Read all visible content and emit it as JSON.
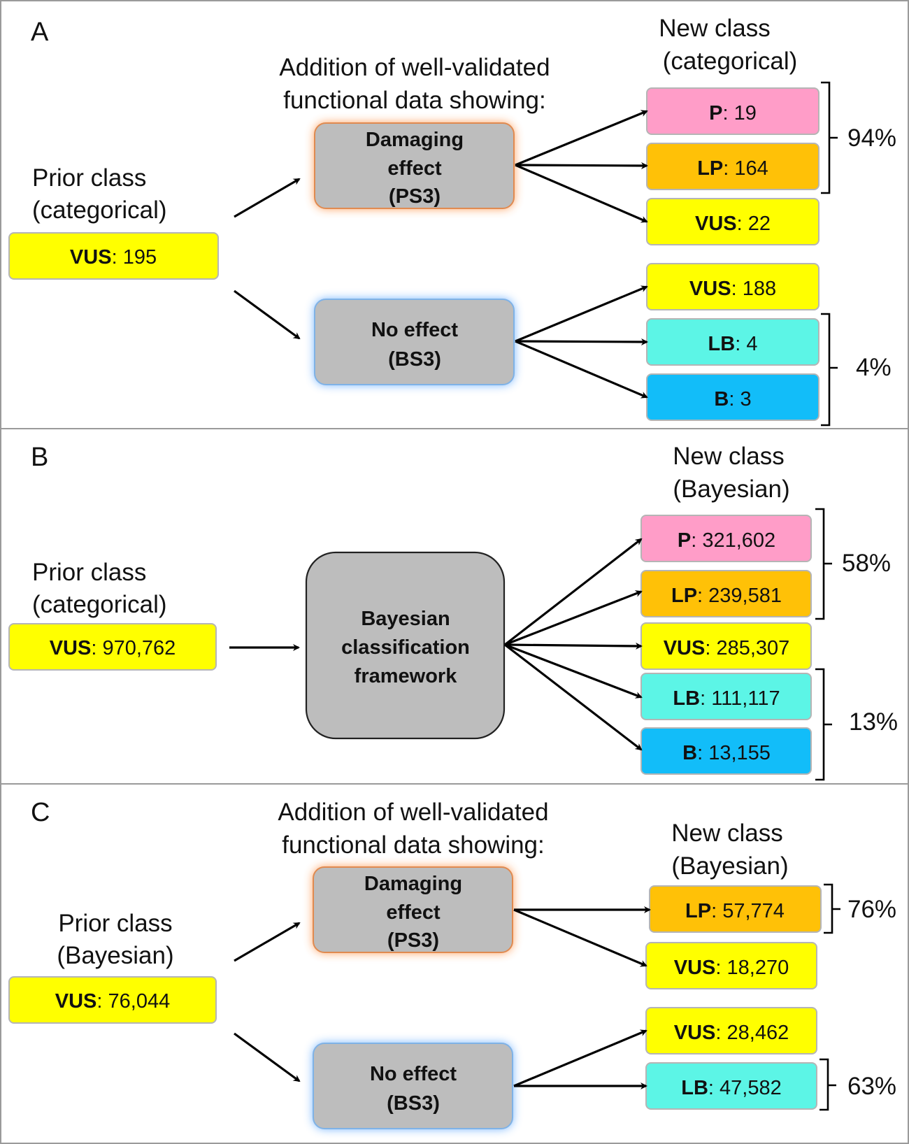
{
  "colors": {
    "P": "#ff9dc8",
    "LP": "#ffc107",
    "VUS": "#ffff00",
    "LB": "#5cf5e6",
    "B": "#12bdf9",
    "process": "#bdbdbd",
    "glow_damaging": "#ff8c3a",
    "glow_no_effect": "#5aa6ff",
    "panel_border": "#9a9a9a"
  },
  "panels": {
    "A": {
      "letter": "A",
      "prior_label": [
        "Prior class",
        "(categorical)"
      ],
      "prior_box": {
        "cls": "VUS",
        "value": "195"
      },
      "addition_label": [
        "Addition of well-validated",
        "functional data showing:"
      ],
      "new_label": [
        "New class",
        "(categorical)"
      ],
      "damaging": [
        "Damaging",
        "effect",
        "(PS3)"
      ],
      "no_effect": [
        "No effect",
        "(BS3)"
      ],
      "outcomes": [
        {
          "cls": "P",
          "value": "19"
        },
        {
          "cls": "LP",
          "value": "164"
        },
        {
          "cls": "VUS",
          "value": "22"
        },
        {
          "cls": "VUS",
          "value": "188"
        },
        {
          "cls": "LB",
          "value": "4"
        },
        {
          "cls": "B",
          "value": "3"
        }
      ],
      "pct_top": "94%",
      "pct_bottom": "4%"
    },
    "B": {
      "letter": "B",
      "prior_label": [
        "Prior class",
        "(categorical)"
      ],
      "prior_box": {
        "cls": "VUS",
        "value": "970,762"
      },
      "framework": [
        "Bayesian",
        "classification",
        "framework"
      ],
      "new_label": [
        "New class",
        "(Bayesian)"
      ],
      "outcomes": [
        {
          "cls": "P",
          "value": "321,602"
        },
        {
          "cls": "LP",
          "value": "239,581"
        },
        {
          "cls": "VUS",
          "value": "285,307"
        },
        {
          "cls": "LB",
          "value": "111,117"
        },
        {
          "cls": "B",
          "value": "13,155"
        }
      ],
      "pct_top": "58%",
      "pct_bottom": "13%"
    },
    "C": {
      "letter": "C",
      "prior_label": [
        "Prior class",
        "(Bayesian)"
      ],
      "prior_box": {
        "cls": "VUS",
        "value": "76,044"
      },
      "addition_label": [
        "Addition of well-validated",
        "functional data showing:"
      ],
      "new_label": [
        "New class",
        "(Bayesian)"
      ],
      "damaging": [
        "Damaging",
        "effect",
        "(PS3)"
      ],
      "no_effect": [
        "No effect",
        "(BS3)"
      ],
      "outcomes": [
        {
          "cls": "LP",
          "value": "57,774"
        },
        {
          "cls": "VUS",
          "value": "18,270"
        },
        {
          "cls": "VUS",
          "value": "28,462"
        },
        {
          "cls": "LB",
          "value": "47,582"
        }
      ],
      "pct_top": "76%",
      "pct_bottom": "63%"
    }
  }
}
